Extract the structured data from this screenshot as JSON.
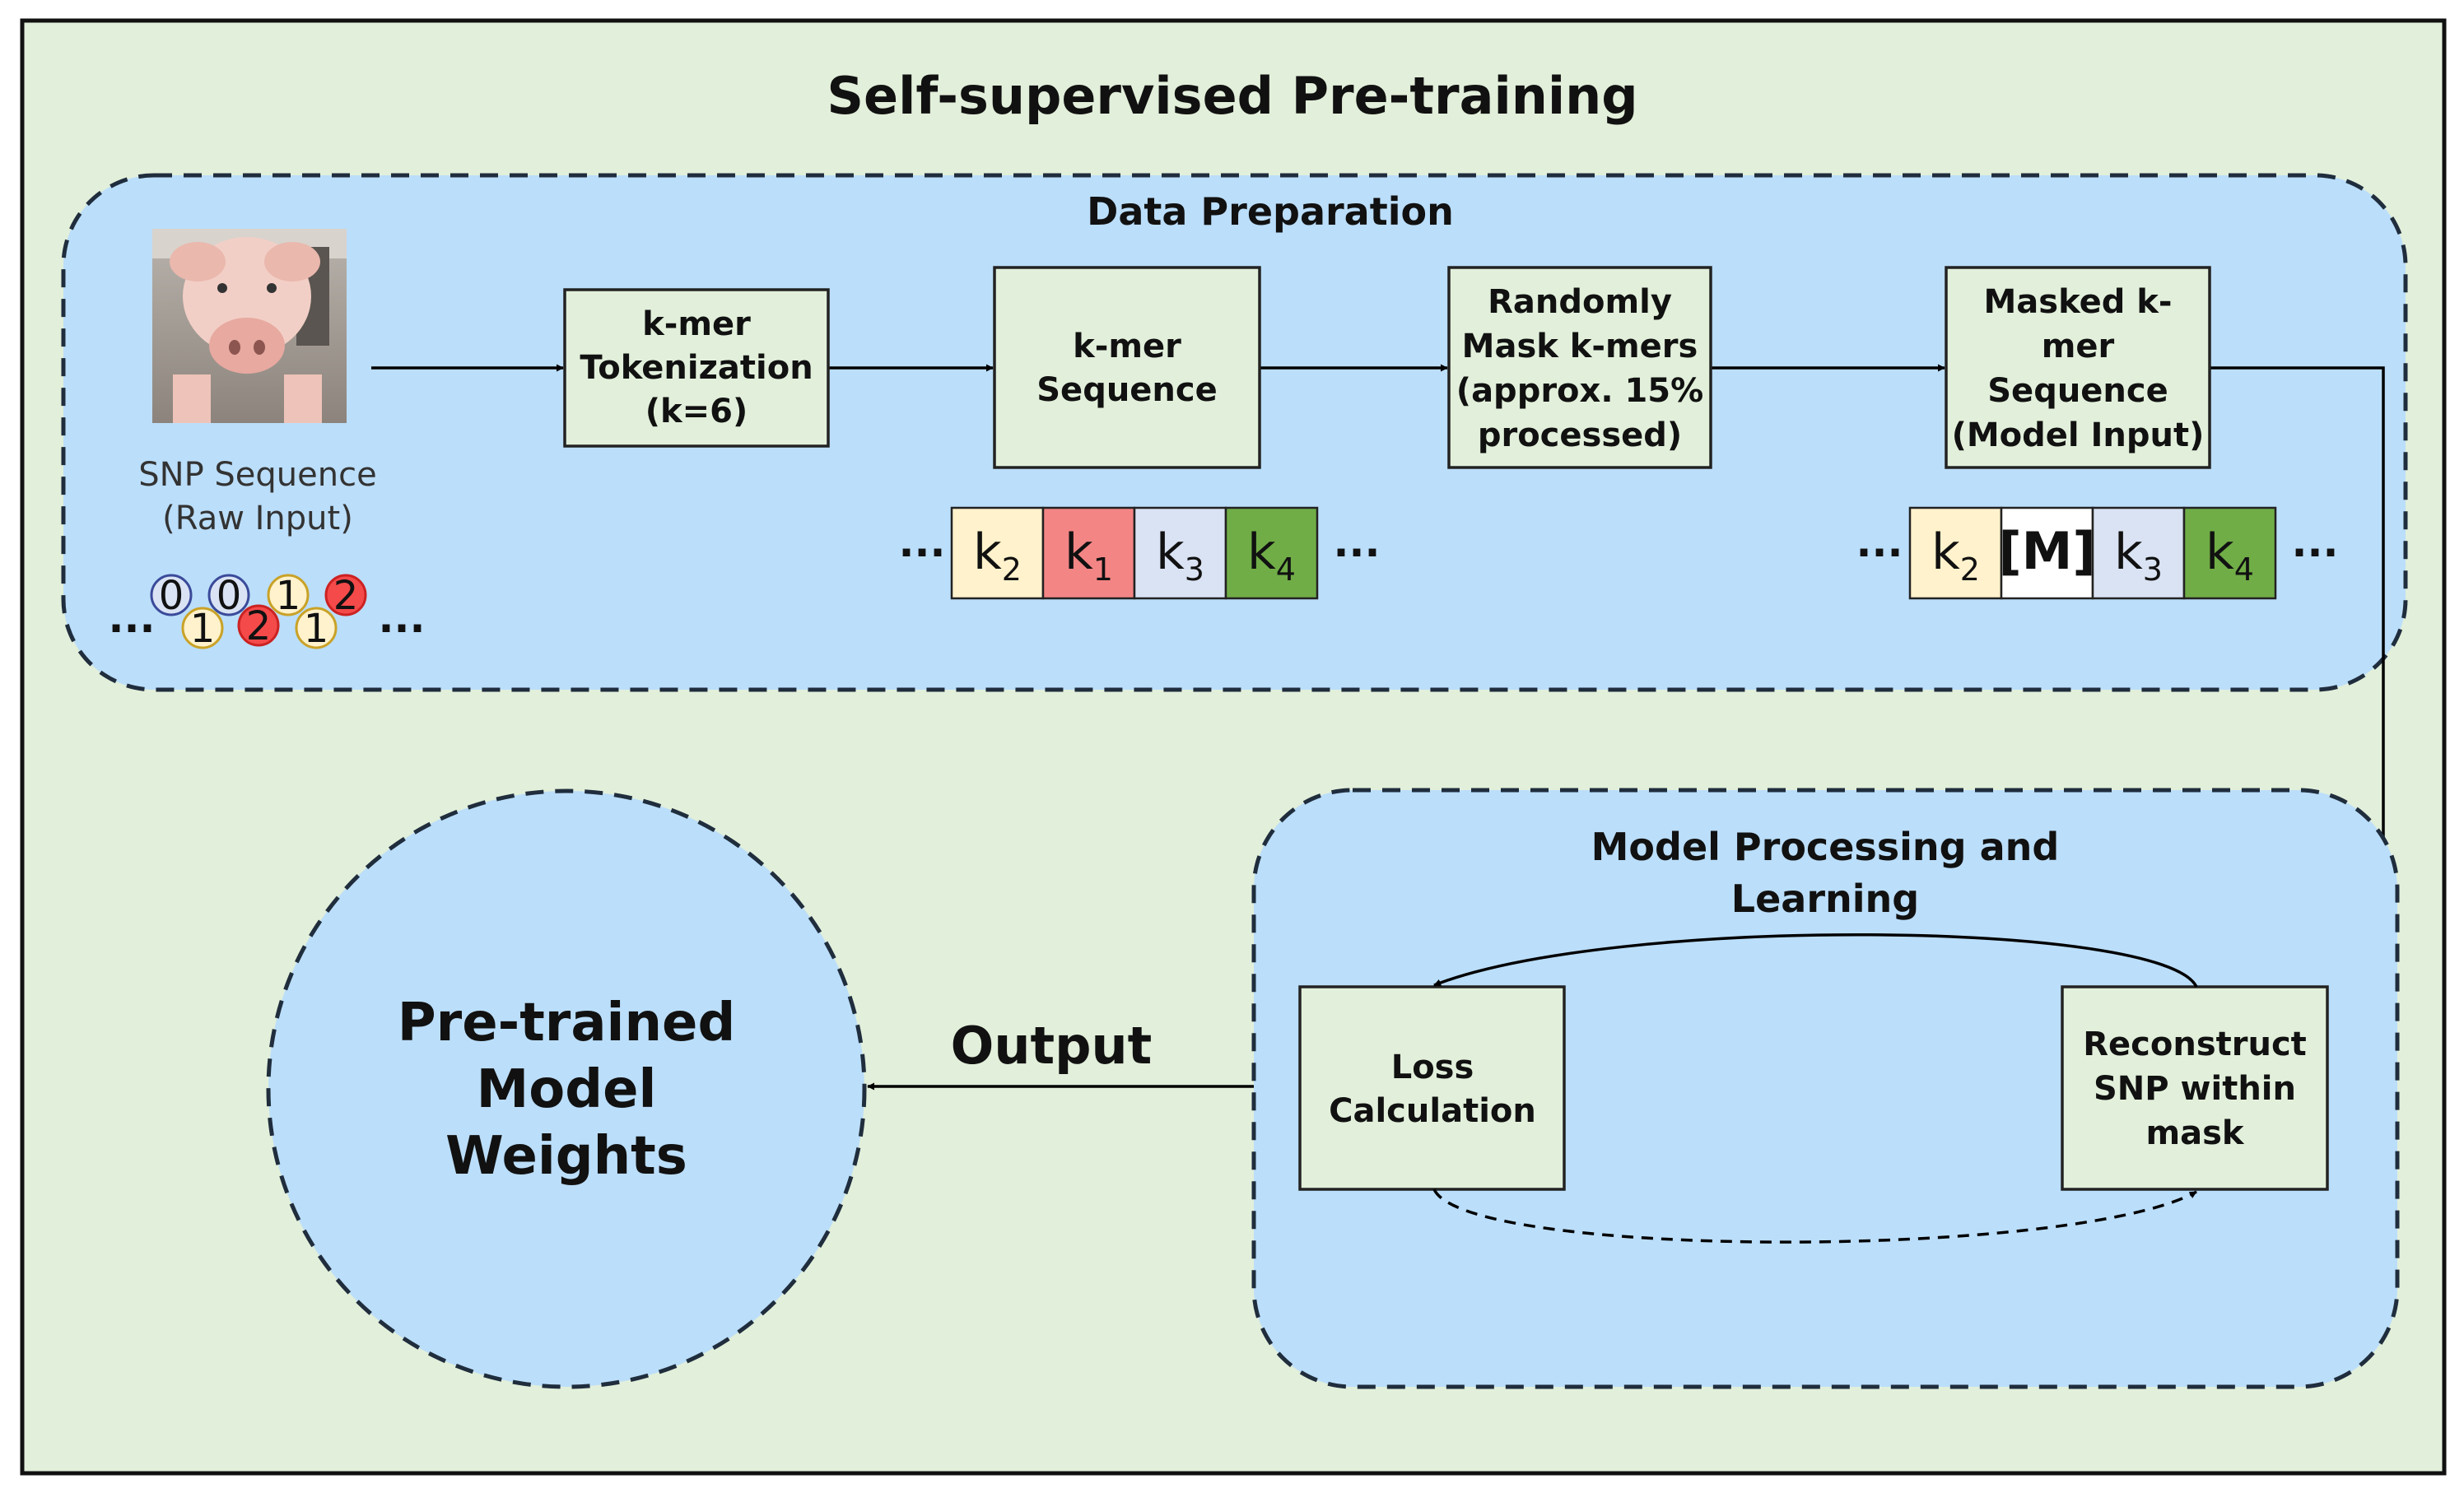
{
  "title": "Self-supervised Pre-training",
  "colors": {
    "outer_bg": "#e2efda",
    "panel_bg": "#bbdefa",
    "box_bg": "#e2f0db",
    "token_k2": "#fff2cc",
    "token_k1": "#f48585",
    "token_k3": "#dae3f3",
    "token_k4": "#70ad47",
    "token_mask": "#ffffff",
    "digit_blue": "#dae3f3",
    "digit_yellow": "#fff2cc",
    "digit_red": "#f44a4a"
  },
  "data_prep": {
    "label": "Data Preparation",
    "raw_input_label_1": "SNP Sequence",
    "raw_input_label_2": "(Raw Input)",
    "digits": [
      {
        "text": "0",
        "color": "blue"
      },
      {
        "text": "1",
        "color": "yellow"
      },
      {
        "text": "0",
        "color": "blue"
      },
      {
        "text": "2",
        "color": "red"
      },
      {
        "text": "1",
        "color": "yellow"
      },
      {
        "text": "1",
        "color": "yellow"
      },
      {
        "text": "2",
        "color": "red"
      }
    ],
    "ellipsis": "...",
    "box_tokenization": [
      "k-mer",
      "Tokenization",
      "(k=6)"
    ],
    "box_sequence": [
      "k-mer",
      "Sequence"
    ],
    "box_random_mask": [
      "Randomly",
      "Mask k-mers",
      "(approx. 15%",
      "processed)"
    ],
    "box_masked": [
      "Masked k-",
      "mer",
      "Sequence",
      "(Model Input)"
    ],
    "tokens_left": [
      {
        "base": "k",
        "sub": "2",
        "color": "k2"
      },
      {
        "base": "k",
        "sub": "1",
        "color": "k1"
      },
      {
        "base": "k",
        "sub": "3",
        "color": "k3"
      },
      {
        "base": "k",
        "sub": "4",
        "color": "k4"
      }
    ],
    "tokens_right": [
      {
        "base": "k",
        "sub": "2",
        "color": "k2"
      },
      {
        "base": "[M]",
        "sub": "",
        "color": "mask"
      },
      {
        "base": "k",
        "sub": "3",
        "color": "k3"
      },
      {
        "base": "k",
        "sub": "4",
        "color": "k4"
      }
    ]
  },
  "model_processing": {
    "label_1": "Model Processing and",
    "label_2": "Learning",
    "box_loss": [
      "Loss",
      "Calculation"
    ],
    "box_reconstruct": [
      "Reconstruct",
      "SNP within",
      "mask"
    ]
  },
  "output_label": "Output",
  "weights": [
    "Pre-trained",
    "Model",
    "Weights"
  ]
}
